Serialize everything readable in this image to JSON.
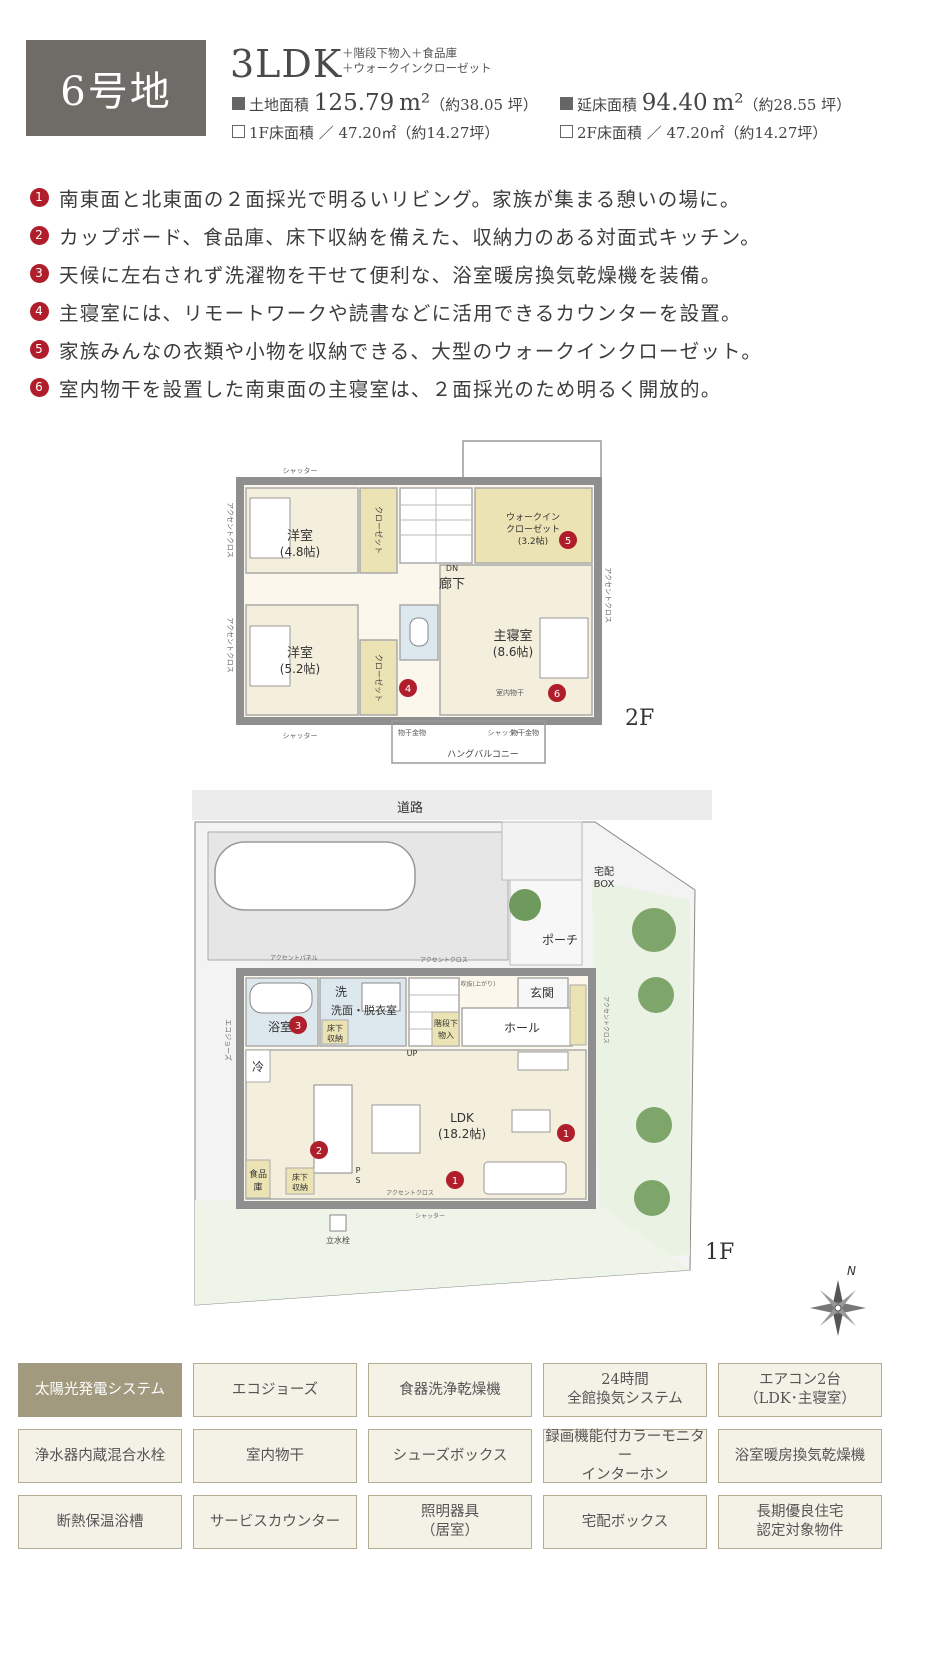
{
  "header": {
    "lot_label": "6号地",
    "plan_type": "3LDK",
    "plan_extra_1": "＋階段下物入＋食品庫",
    "plan_extra_2": "＋ウォークインクローゼット",
    "land_label": "土地面積",
    "land_value": "125.79",
    "land_unit": "m²",
    "land_tsubo": "（約38.05 坪）",
    "total_floor_label": "延床面積",
    "total_floor_value": "94.40",
    "total_floor_unit": "m²",
    "total_floor_tsubo": "（約28.55 坪）",
    "floor1_text": "1F床面積 ／ 47.20㎡（約14.27坪）",
    "floor2_text": "2F床面積 ／ 47.20㎡（約14.27坪）"
  },
  "features": [
    {
      "num": "1",
      "text": "南東面と北東面の２面採光で明るいリビング。家族が集まる憩いの場に。"
    },
    {
      "num": "2",
      "text": "カップボード、食品庫、床下収納を備えた、収納力のある対面式キッチン。"
    },
    {
      "num": "3",
      "text": "天候に左右されず洗濯物を干せて便利な、浴室暖房換気乾燥機を装備。"
    },
    {
      "num": "4",
      "text": "主寝室には、リモートワークや読書などに活用できるカウンターを設置。"
    },
    {
      "num": "5",
      "text": "家族みんなの衣類や小物を収納できる、大型のウォークインクローゼット。"
    },
    {
      "num": "6",
      "text": "室内物干を設置した南東面の主寝室は、２面採光のため明るく開放的。"
    }
  ],
  "plan2f": {
    "floor_label": "2F",
    "shutter": "シャッター",
    "accent_cross": "アクセントクロス",
    "room_a": "洋室",
    "room_a_size": "(4.8帖)",
    "room_b": "洋室",
    "room_b_size": "(5.2帖)",
    "closet": "クローゼット",
    "wic_1": "ウォークイン",
    "wic_2": "クローゼット",
    "wic_size": "(3.2帖)",
    "dn": "DN",
    "hall": "廊下",
    "master": "主寝室",
    "master_size": "(8.6帖)",
    "indoor_dry": "室内物干",
    "hanger": "物干金物",
    "balcony": "ハングバルコニー",
    "badge_4": "4",
    "badge_5": "5",
    "badge_6": "6"
  },
  "plan1f": {
    "floor_label": "1F",
    "road": "道路",
    "porch": "ポーチ",
    "delivery_1": "宅配",
    "delivery_2": "BOX",
    "accent_panel": "アクセントパネル",
    "accent_cross": "アクセントクロス",
    "ecojozu": "エコジョーズ",
    "wash_char": "洗",
    "wash_room": "洗面・脱衣室",
    "bath": "浴室",
    "underfloor_1": "床下",
    "underfloor_2": "収納",
    "understair_1": "階段下",
    "understair_2": "物入",
    "stair_note": "吹抜(上がり)",
    "up": "UP",
    "entrance": "玄関",
    "hall": "ホール",
    "fridge": "冷",
    "ldk": "LDK",
    "ldk_size": "(18.2帖)",
    "pantry_1": "食品",
    "pantry_2": "庫",
    "ps_1": "P",
    "ps_2": "S",
    "faucet": "立水栓",
    "shutter": "シャッター",
    "badge_1": "1",
    "badge_2": "2",
    "badge_3": "3"
  },
  "compass": "N",
  "equipment": [
    {
      "label": "太陽光発電システム",
      "highlight": true
    },
    {
      "label": "エコジョーズ",
      "highlight": false
    },
    {
      "label": "食器洗浄乾燥機",
      "highlight": false
    },
    {
      "label": "24時間\n全館換気システム",
      "highlight": false
    },
    {
      "label": "エアコン2台\n（LDK･主寝室）",
      "highlight": false
    },
    {
      "label": "浄水器内蔵混合水栓",
      "highlight": false
    },
    {
      "label": "室内物干",
      "highlight": false
    },
    {
      "label": "シューズボックス",
      "highlight": false
    },
    {
      "label": "録画機能付カラーモニター\nインターホン",
      "highlight": false
    },
    {
      "label": "浴室暖房換気乾燥機",
      "highlight": false
    },
    {
      "label": "断熱保温浴槽",
      "highlight": false
    },
    {
      "label": "サービスカウンター",
      "highlight": false
    },
    {
      "label": "照明器具\n（居室）",
      "highlight": false
    },
    {
      "label": "宅配ボックス",
      "highlight": false
    },
    {
      "label": "長期優良住宅\n認定対象物件",
      "highlight": false
    }
  ],
  "colors": {
    "badge_red": "#b01e2b",
    "lot_badge_bg": "#6f6b67",
    "floor_fill": "#f4eedc",
    "wall": "#9a9a9a",
    "equip_active": "#a29a7e",
    "equip_bg": "#f4f1e6"
  }
}
